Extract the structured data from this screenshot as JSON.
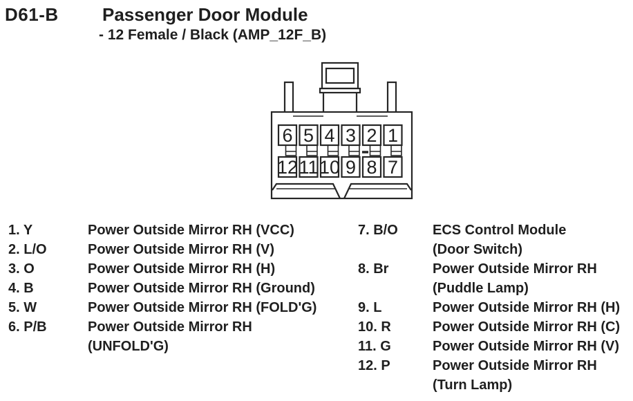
{
  "header": {
    "code": "D61-B",
    "title": "Passenger Door Module",
    "subtitle": "- 12 Female / Black (AMP_12F_B)"
  },
  "connector": {
    "description": "12-pin female connector, front view",
    "top_row": [
      "6",
      "5",
      "4",
      "3",
      "2",
      "1"
    ],
    "bottom_row": [
      "12",
      "11",
      "10",
      "9",
      "8",
      "7"
    ]
  },
  "pin_list": {
    "left": [
      {
        "label": "1. Y",
        "lines": [
          "Power Outside Mirror RH (VCC)"
        ]
      },
      {
        "label": "2. L/O",
        "lines": [
          "Power Outside Mirror RH (V)"
        ]
      },
      {
        "label": "3. O",
        "lines": [
          "Power Outside Mirror RH (H)"
        ]
      },
      {
        "label": "4. B",
        "lines": [
          "Power Outside Mirror RH (Ground)"
        ]
      },
      {
        "label": "5. W",
        "lines": [
          "Power Outside Mirror RH (FOLD'G)"
        ]
      },
      {
        "label": "6. P/B",
        "lines": [
          "Power Outside Mirror RH",
          "(UNFOLD'G)"
        ]
      }
    ],
    "right": [
      {
        "label": "7. B/O",
        "lines": [
          "ECS Control Module",
          "(Door Switch)"
        ]
      },
      {
        "label": "8. Br",
        "lines": [
          "Power Outside Mirror RH",
          "(Puddle Lamp)"
        ]
      },
      {
        "label": "9. L",
        "lines": [
          "Power Outside Mirror RH (H)"
        ]
      },
      {
        "label": "10. R",
        "lines": [
          "Power Outside Mirror RH (C)"
        ]
      },
      {
        "label": "11. G",
        "lines": [
          "Power Outside Mirror RH (V)"
        ]
      },
      {
        "label": "12. P",
        "lines": [
          "Power Outside Mirror RH",
          "(Turn Lamp)"
        ]
      }
    ]
  },
  "colors": {
    "background": "#ffffff",
    "ink": "#1f1f1f"
  }
}
